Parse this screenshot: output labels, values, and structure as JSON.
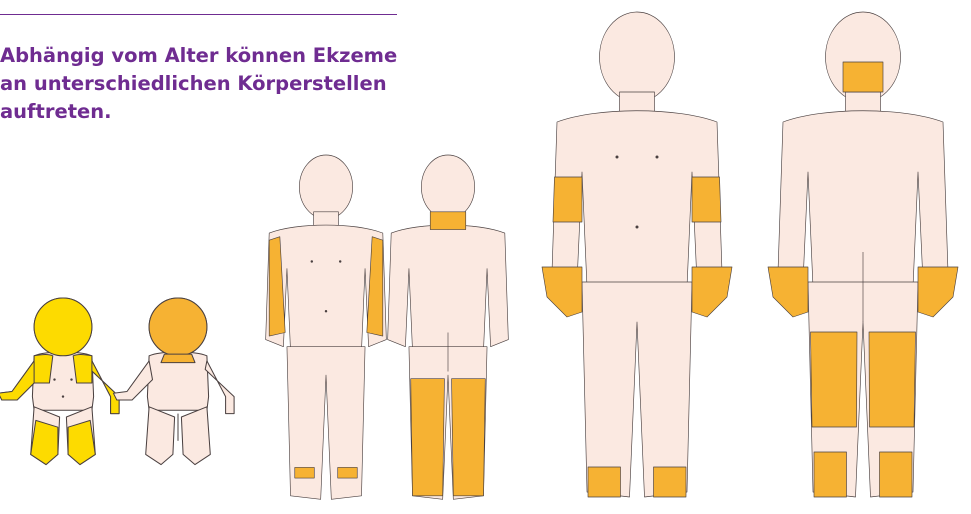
{
  "caption": {
    "lines": [
      "Abhängig vom Alter können Ekzeme",
      "an unterschiedlichen Körperstellen",
      "auftreten."
    ]
  },
  "colors": {
    "accent": "#6f2c91",
    "skin": "#fbe9e1",
    "outline": "#4a4040",
    "eczema_infant": "#fddb00",
    "eczema_child_adult": "#f6b233"
  },
  "figures": [
    {
      "name": "infant-front",
      "affected": [
        "head",
        "chest",
        "arms",
        "legs"
      ]
    },
    {
      "name": "infant-back",
      "affected": [
        "head",
        "upper-back"
      ]
    },
    {
      "name": "child-front",
      "affected": [
        "elbow-creases",
        "ankles"
      ]
    },
    {
      "name": "child-back",
      "affected": [
        "neck",
        "back-of-knees",
        "lower-legs"
      ]
    },
    {
      "name": "adult-front",
      "affected": [
        "forearms",
        "hands",
        "feet"
      ]
    },
    {
      "name": "adult-back",
      "affected": [
        "neck",
        "hands",
        "back-of-knees",
        "soles"
      ]
    }
  ]
}
